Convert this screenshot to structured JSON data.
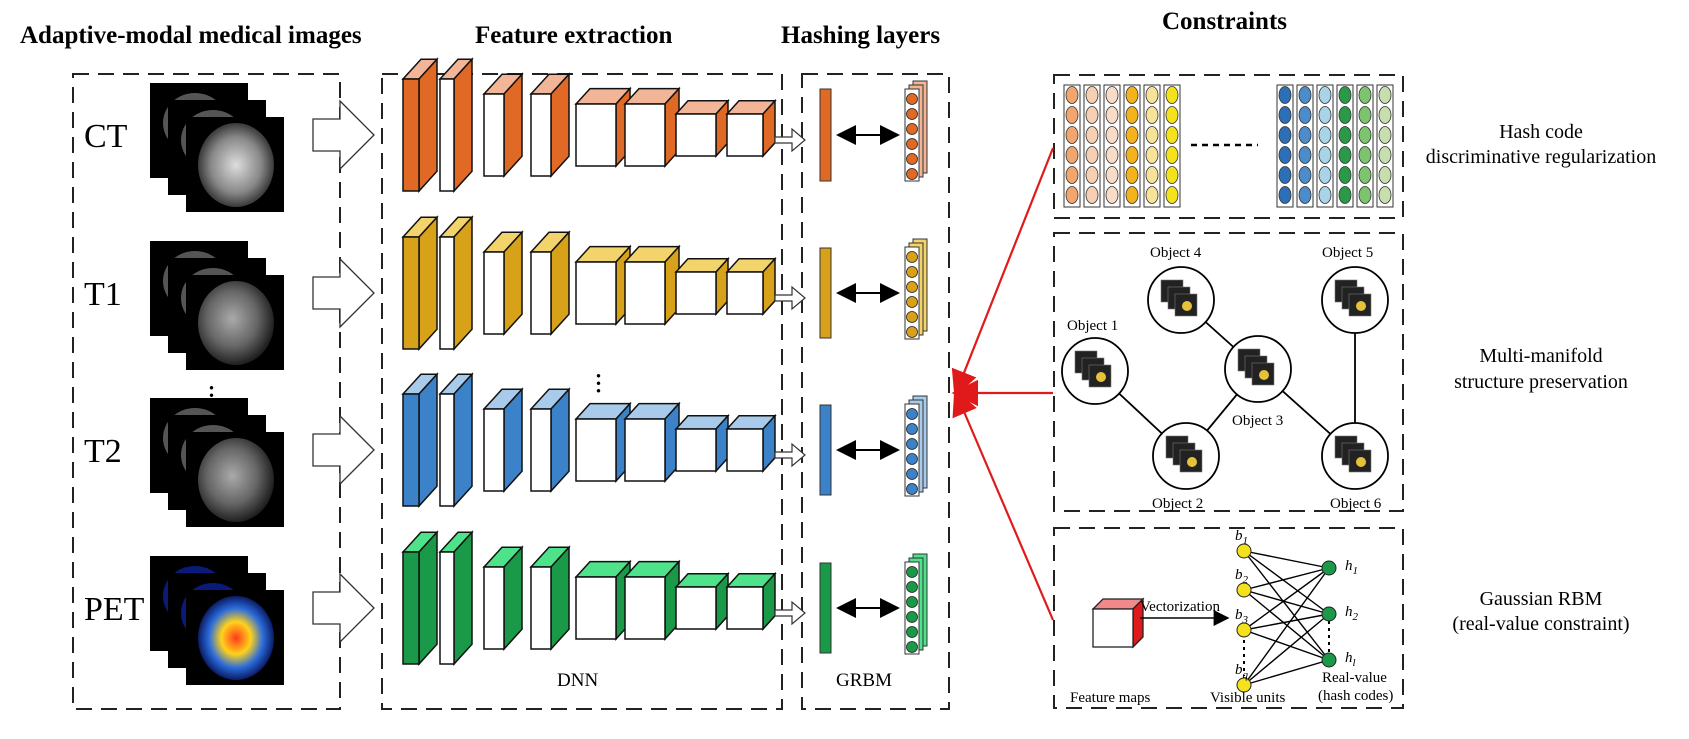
{
  "sections": {
    "images": "Adaptive-modal medical images",
    "features": "Feature extraction",
    "hashing": "Hashing layers",
    "constraints": "Constraints"
  },
  "modalities": [
    {
      "label": "CT",
      "color": "#e06a25",
      "light": "#f2b597"
    },
    {
      "label": "T1",
      "color": "#d8a11a",
      "light": "#f3d36b"
    },
    {
      "label": "T2",
      "color": "#3b82c8",
      "light": "#a9cbeb"
    },
    {
      "label": "PET",
      "color": "#1a9a48",
      "light": "#4ee38a"
    }
  ],
  "ellipsis": "...",
  "dnn_label": "DNN",
  "grbm_label": "GRBM",
  "hash_code_colors": {
    "warm": [
      "#f2a66f",
      "#f6d0b4",
      "#f8dcc8",
      "#f4b21c",
      "#f7e29a",
      "#f4e21c"
    ],
    "cool": [
      "#2d6fb6",
      "#4c8cc8",
      "#a9d4e8",
      "#2a9a48",
      "#7cc56e",
      "#c7dfae"
    ]
  },
  "constraints": [
    {
      "label_line1": "Hash code",
      "label_line2": "discriminative regularization"
    },
    {
      "label_line1": "Multi-manifold",
      "label_line2": "structure preservation"
    },
    {
      "label_line1": "Gaussian RBM",
      "label_line2": "(real-value constraint)"
    }
  ],
  "manifold_objects": [
    "Object 1",
    "Object 2",
    "Object 3",
    "Object 4",
    "Object 5",
    "Object 6"
  ],
  "rbm": {
    "vectorization": "Vectorization",
    "feature_maps": "Feature maps",
    "visible_units": "Visible units",
    "real_value_line1": "Real-value",
    "real_value_line2": "(hash codes)",
    "b_labels": [
      "b",
      "b",
      "b",
      "b"
    ],
    "b_subs": [
      "1",
      "2",
      "3",
      "q"
    ],
    "h_labels": [
      "h",
      "h",
      "h"
    ],
    "h_subs": [
      "1",
      "2",
      "l"
    ]
  }
}
